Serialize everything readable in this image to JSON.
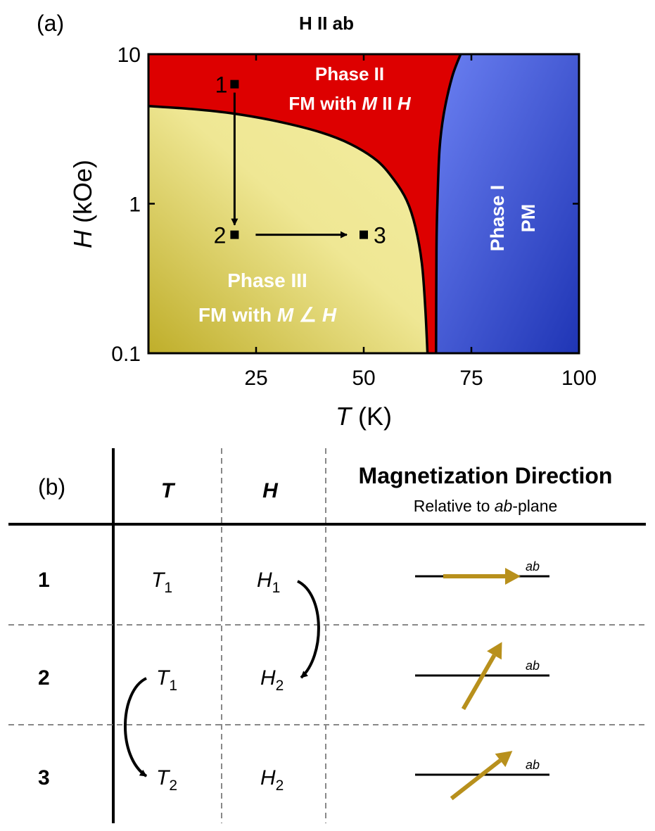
{
  "panel_a": {
    "label": "(a)",
    "title": "H II ab",
    "colors": {
      "phase_ii": "#dd0000",
      "phase_iii_light": "#f3eda0",
      "phase_iii_dark": "#bfae2a",
      "phase_i_light": "#6b80f2",
      "phase_i_dark": "#1f35b5",
      "boundary": "#000000"
    },
    "point_labels": [
      "1",
      "2",
      "3"
    ]
  },
  "chart_data": {
    "type": "phase-diagram",
    "title": "H II ab",
    "xlabel_italic": "T",
    "xlabel_rest": " (K)",
    "ylabel_italic": "H",
    "ylabel_rest": " (kOe)",
    "xlim": [
      0,
      100
    ],
    "ylim": [
      0.1,
      10
    ],
    "yscale": "log",
    "xticks": [
      25,
      50,
      75,
      100
    ],
    "xtick_labels": [
      "25",
      "50",
      "75",
      "100"
    ],
    "yticks": [
      0.1,
      1,
      10
    ],
    "ytick_labels": [
      "0.1",
      "1",
      "10"
    ],
    "regions": [
      {
        "name": "Phase II",
        "line1": "Phase II",
        "line2_pre": "FM with ",
        "line2_m": "M",
        "line2_mid": " II ",
        "line2_h": "H"
      },
      {
        "name": "Phase III",
        "line1": "Phase III",
        "line2_pre": "FM with ",
        "line2_m": "M",
        "line2_mid": " ∠ ",
        "line2_h": "H"
      },
      {
        "name": "Phase I",
        "line1": "Phase I",
        "line2": "PM"
      }
    ],
    "boundaries": [
      {
        "name": "phase-iii-boundary",
        "points": [
          [
            0,
            4.5
          ],
          [
            10,
            4.3
          ],
          [
            20,
            4.0
          ],
          [
            30,
            3.55
          ],
          [
            40,
            3.0
          ],
          [
            47,
            2.5
          ],
          [
            53,
            1.95
          ],
          [
            57,
            1.45
          ],
          [
            60,
            1.05
          ],
          [
            62,
            0.7
          ],
          [
            63.5,
            0.4
          ],
          [
            64.3,
            0.2
          ],
          [
            64.8,
            0.1
          ]
        ]
      },
      {
        "name": "phase-i-boundary",
        "points": [
          [
            72.5,
            10
          ],
          [
            70.5,
            7.0
          ],
          [
            68.6,
            4.0
          ],
          [
            67.6,
            2.3
          ],
          [
            67.1,
            1.0
          ],
          [
            66.9,
            0.5
          ],
          [
            66.8,
            0.1
          ]
        ]
      }
    ],
    "points": [
      {
        "label": "1",
        "T": 20,
        "H": 6.3
      },
      {
        "label": "2",
        "T": 20,
        "H": 0.62
      },
      {
        "label": "3",
        "T": 50,
        "H": 0.62
      }
    ]
  },
  "panel_b": {
    "label": "(b)",
    "header_t": "T",
    "header_h": "H",
    "header_mag": "Magnetization Direction",
    "header_sub_pre": "Relative to ",
    "header_sub_italic": "ab",
    "header_sub_post": "-plane",
    "arrow_color": "#b8901c",
    "rows": [
      {
        "id": "1",
        "t": "T",
        "t_sub": "1",
        "h": "H",
        "h_sub": "1",
        "plane": "ab",
        "angle_deg": 0
      },
      {
        "id": "2",
        "t": "T",
        "t_sub": "1",
        "h": "H",
        "h_sub": "2",
        "plane": "ab",
        "angle_deg": 60
      },
      {
        "id": "3",
        "t": "T",
        "t_sub": "2",
        "h": "H",
        "h_sub": "2",
        "plane": "ab",
        "angle_deg": 38
      }
    ]
  }
}
